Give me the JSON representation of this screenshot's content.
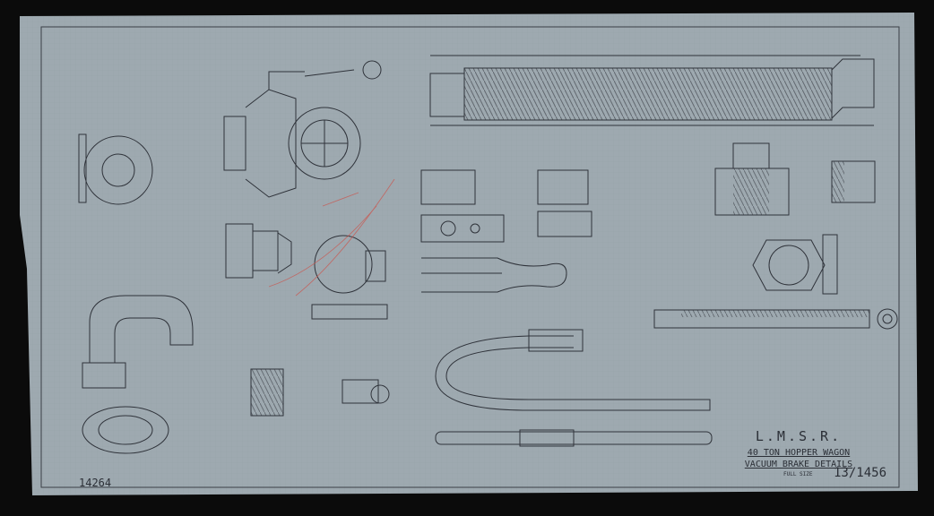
{
  "drawing": {
    "company": "L.M.S.R.",
    "title_line1": "40 TON HOPPER WAGON",
    "title_line2": "VACUUM BRAKE DETAILS",
    "scale": "FULL SIZE",
    "drawing_number": "13/1456",
    "archive_number": "14264"
  },
  "colors": {
    "paper": "#9aa6ae",
    "ink": "#2f333a",
    "red_pencil": "#c9574f",
    "frame": "#0b0b0b"
  }
}
